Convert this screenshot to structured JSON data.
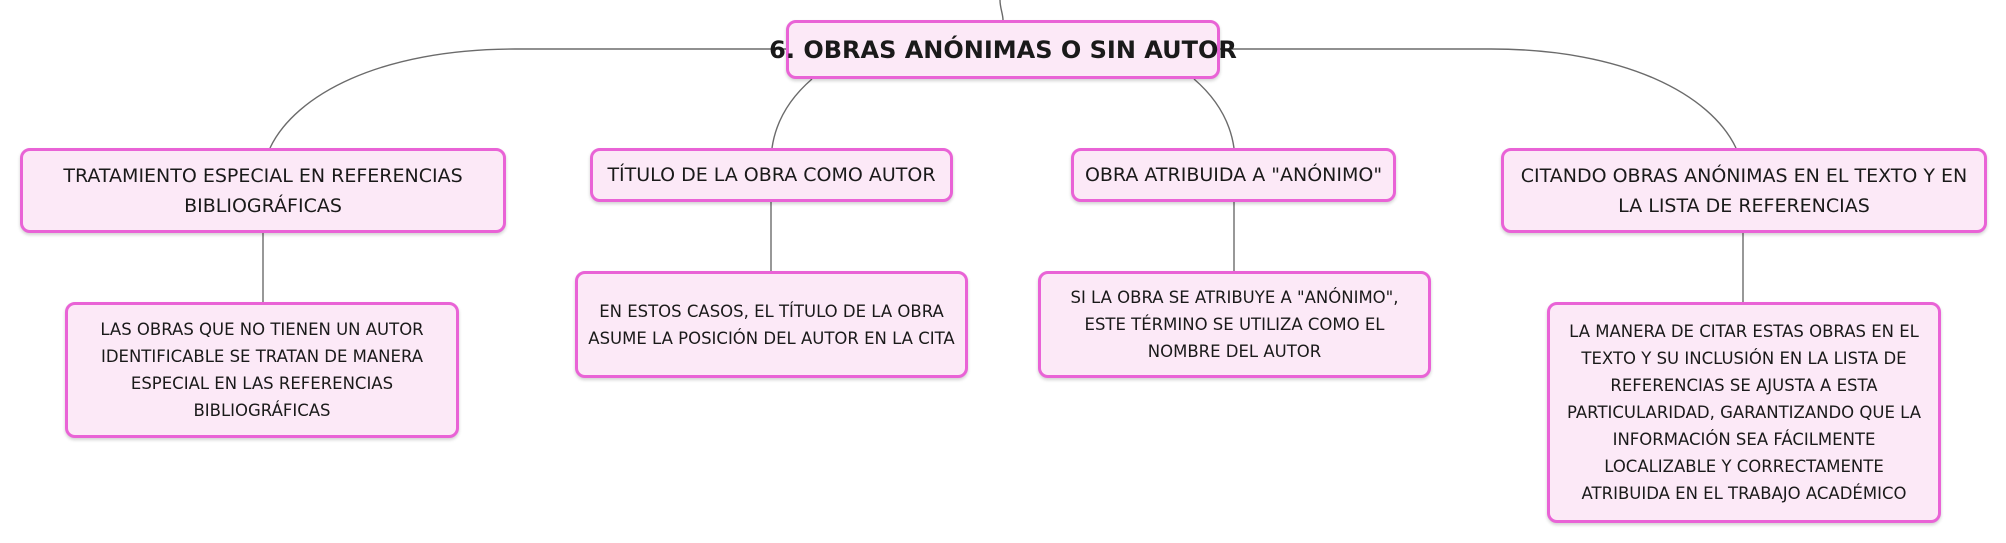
{
  "diagram": {
    "root": {
      "label": "6. OBRAS ANÓNIMAS O SIN AUTOR"
    },
    "branches": [
      {
        "label": "TRATAMIENTO ESPECIAL EN REFERENCIAS BIBLIOGRÁFICAS",
        "detail": "LAS OBRAS QUE NO TIENEN UN AUTOR IDENTIFICABLE SE TRATAN DE MANERA ESPECIAL EN LAS REFERENCIAS BIBLIOGRÁFICAS"
      },
      {
        "label": "TÍTULO DE LA OBRA COMO AUTOR",
        "detail": "EN ESTOS CASOS, EL TÍTULO DE LA OBRA ASUME LA POSICIÓN DEL AUTOR EN LA CITA"
      },
      {
        "label": "OBRA ATRIBUIDA A \"ANÓNIMO\"",
        "detail": "SI LA OBRA SE ATRIBUYE A \"ANÓNIMO\", ESTE TÉRMINO SE UTILIZA COMO EL NOMBRE DEL AUTOR"
      },
      {
        "label": "CITANDO OBRAS ANÓNIMAS EN EL TEXTO Y EN LA LISTA DE REFERENCIAS",
        "detail": "LA MANERA DE CITAR ESTAS OBRAS EN EL TEXTO Y SU INCLUSIÓN EN LA LISTA DE REFERENCIAS SE AJUSTA A ESTA PARTICULARIDAD, GARANTIZANDO QUE LA INFORMACIÓN SEA FÁCILMENTE LOCALIZABLE Y CORRECTAMENTE ATRIBUIDA EN EL TRABAJO ACADÉMICO"
      }
    ]
  },
  "colors": {
    "node_fill": "#fce9f7",
    "node_border": "#e963d6",
    "connector": "#6b6b6b",
    "text": "#1a1a1a"
  }
}
